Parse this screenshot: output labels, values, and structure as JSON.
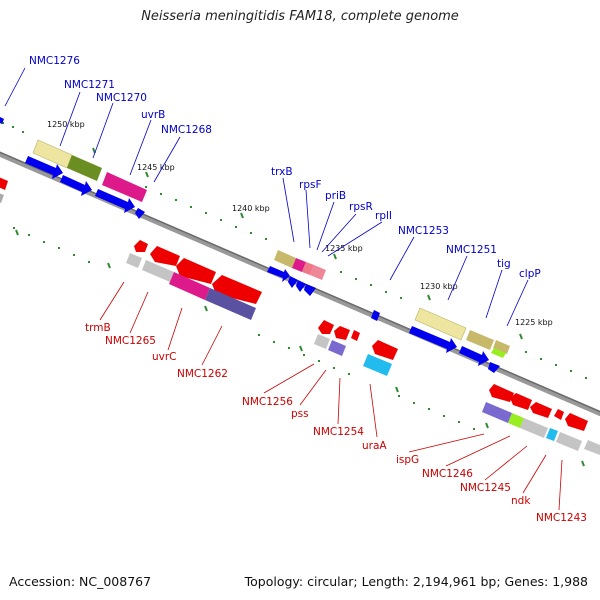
{
  "title": "Neisseria meningitidis FAM18, complete genome",
  "footer": {
    "accession": "Accession: NC_008767",
    "topology": "Topology: circular; Length: 2,194,961 bp; Genes: 1,988"
  },
  "colors": {
    "forward_label": "#0000cc",
    "reverse_label": "#cc0000",
    "backbone": "#7a7a7a",
    "tick_dots": "#2e8b2e",
    "gene_red": "#ee0000",
    "gene_blue": "#0000ee",
    "gene_khaki": "#eee6a0",
    "gene_olive": "#6b8e23",
    "gene_magenta": "#dd1a8a",
    "gene_purple": "#5a52a0",
    "gene_pink": "#ee7788",
    "gene_silver": "#c4c4c4",
    "gene_cyan": "#22bbee",
    "gene_lime": "#99ee22"
  },
  "kbp_labels": [
    "1250 kbp",
    "1245 kbp",
    "1240 kbp",
    "1235 kbp",
    "1230 kbp",
    "1225 kbp"
  ],
  "forward_labels": [
    "NMC1276",
    "NMC1271",
    "NMC1270",
    "uvrB",
    "NMC1268",
    "trxB",
    "rpsF",
    "priB",
    "rpsR",
    "rplI",
    "NMC1253",
    "NMC1251",
    "tig",
    "clpP"
  ],
  "reverse_labels": [
    "trmB",
    "NMC1265",
    "uvrC",
    "NMC1262",
    "NMC1256",
    "pss",
    "NMC1254",
    "uraA",
    "ispG",
    "NMC1246",
    "NMC1245",
    "ndk",
    "NMC1243"
  ]
}
